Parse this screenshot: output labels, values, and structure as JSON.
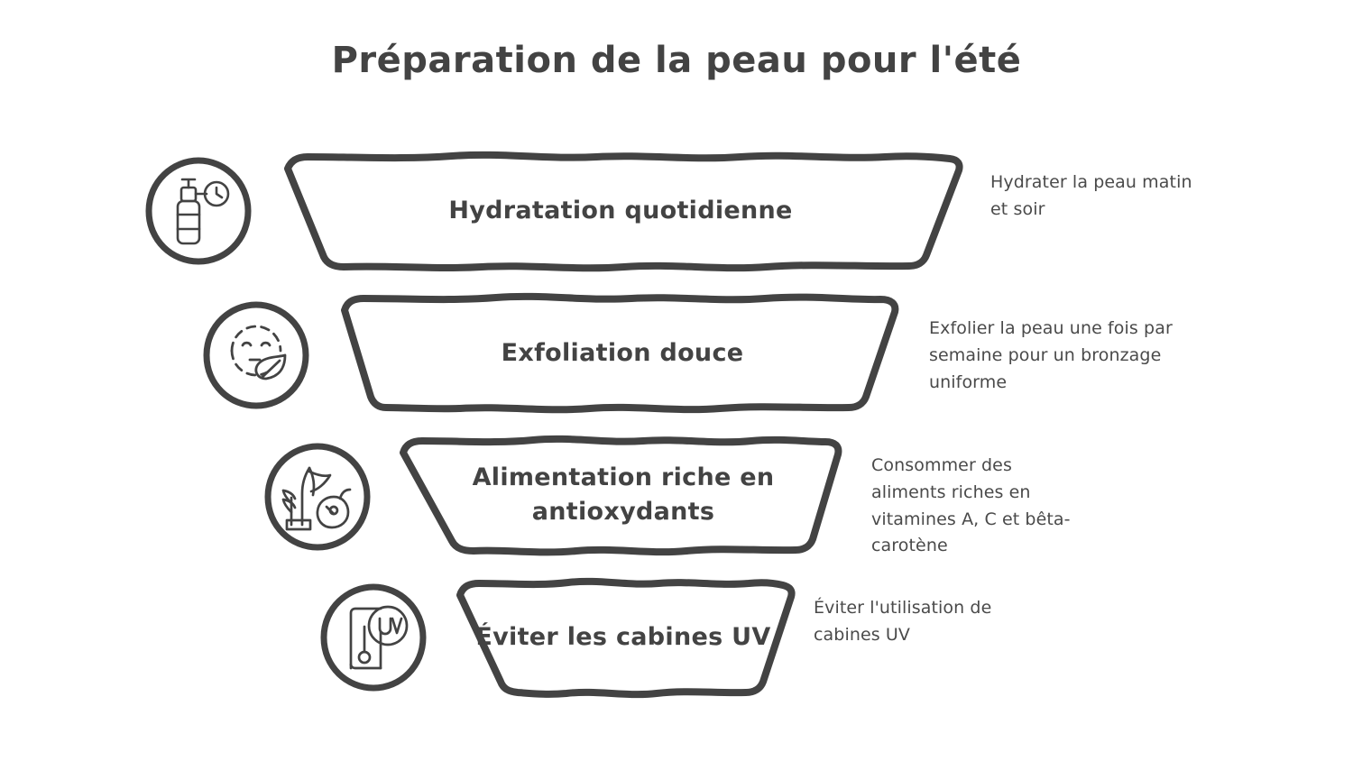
{
  "page": {
    "title": "Préparation de la peau pour l'été",
    "background_color": "#ffffff",
    "ink_color": "#434343",
    "style": "hand-drawn funnel infographic"
  },
  "funnel": {
    "orientation": "vertical-descending",
    "step_count": 4,
    "steps": [
      {
        "index": 1,
        "label": "Hydratation quotidienne",
        "description": "Hydrater la peau matin et soir",
        "icon": "lotion-bottle-clock-icon"
      },
      {
        "index": 2,
        "label": "Exfoliation douce",
        "description": "Exfolier la peau une fois par semaine pour un bronzage uniforme",
        "icon": "face-leaf-icon"
      },
      {
        "index": 3,
        "label": "Alimentation riche en antioxydants",
        "description": "Consommer des aliments riches en vitamines A, C et bêta-carotène",
        "icon": "vegetables-icon"
      },
      {
        "index": 4,
        "label": "Éviter les cabines UV",
        "description": "Éviter l'utilisation de cabines UV",
        "icon": "uv-tanning-bed-icon"
      }
    ]
  }
}
